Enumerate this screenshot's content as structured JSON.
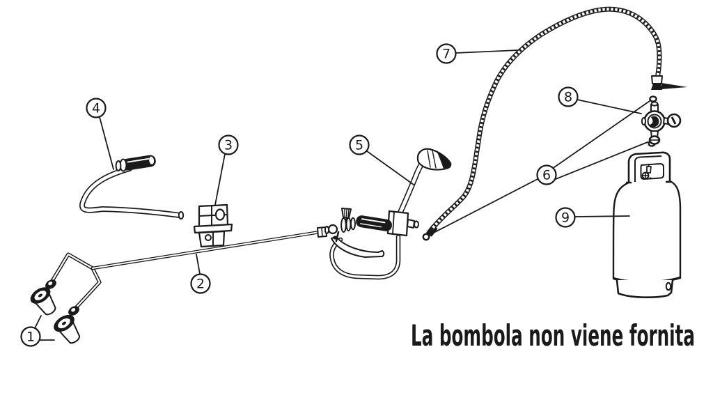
{
  "diagram": {
    "note": "La bombola non viene fornita",
    "colors": {
      "line": "#1a1a1a",
      "background": "#ffffff"
    },
    "callouts": [
      {
        "number": "1"
      },
      {
        "number": "2"
      },
      {
        "number": "3"
      },
      {
        "number": "4"
      },
      {
        "number": "5"
      },
      {
        "number": "6"
      },
      {
        "number": "7"
      },
      {
        "number": "8"
      },
      {
        "number": "9"
      }
    ]
  }
}
